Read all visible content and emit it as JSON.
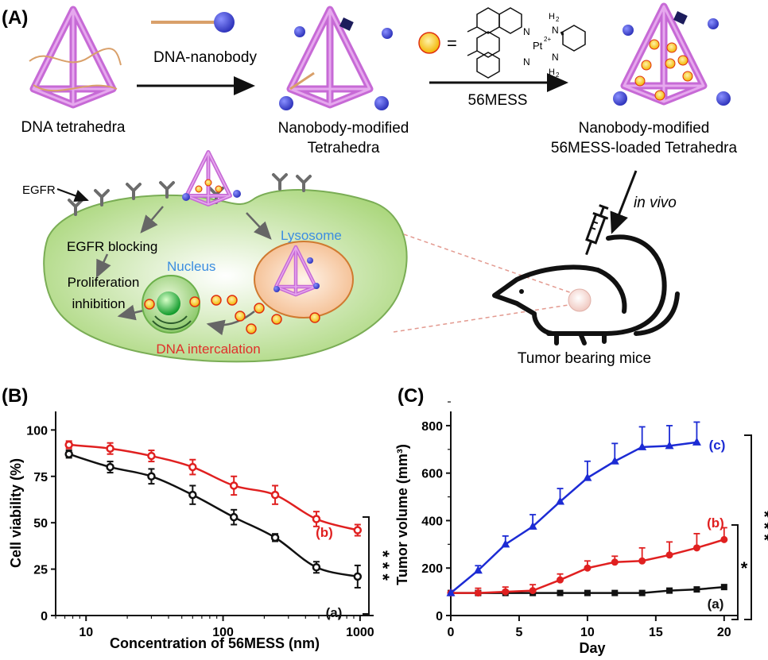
{
  "panel_a": {
    "label": "(A)",
    "tetra_label": "DNA tetrahedra",
    "nanobody_label": "DNA-nanobody",
    "nb_tetra_label_1": "Nanobody-modified",
    "nb_tetra_label_2": "Tetrahedra",
    "equals": "=",
    "drug_label": "56MESS",
    "struct_pt": "Pt",
    "struct_n": "N",
    "struct_nh": "N",
    "struct_h2": "H",
    "struct_h2b": "H",
    "struct_2": "2",
    "struct_2b": "2",
    "struct_plus": "2+",
    "loaded_label_1": "Nanobody-modified",
    "loaded_label_2": "56MESS-loaded Tetrahedra",
    "egfr_label": "EGFR",
    "egfr_blocking": "EGFR blocking",
    "prolif_1": "Proliferation",
    "prolif_2": "inhibition",
    "nucleus": "Nucleus",
    "lysosome": "Lysosome",
    "dna_intercalation": "DNA intercalation",
    "in_vivo": "in vivo",
    "tumor_mice": "Tumor bearing mice",
    "colors": {
      "tetra": "#c76ad6",
      "cell": "#b9df8a",
      "nucleus": "#1faa3a",
      "lysosome": "#f5c69b",
      "drug": "#f4c20d",
      "nanobody": "#3a3fd6",
      "blue_text": "#3b8de0",
      "red_text": "#e0302a"
    }
  },
  "panel_b": {
    "label": "(B)",
    "chart_data": {
      "type": "scatter",
      "xscale": "log",
      "xlabel": "Concentration of 56MESS (nm)",
      "ylabel": "Cell viability (%)",
      "xlim": [
        6,
        1100
      ],
      "ylim": [
        0,
        110
      ],
      "xticks": [
        10,
        100,
        1000
      ],
      "yticks": [
        0,
        25,
        50,
        75,
        100
      ],
      "series": [
        {
          "name": "(a)",
          "color": "#111111",
          "x": [
            7.5,
            15,
            30,
            60,
            120,
            240,
            480,
            960
          ],
          "y": [
            87,
            80,
            75,
            65,
            53,
            42,
            26,
            21
          ],
          "err": [
            2,
            3,
            4,
            5,
            4,
            2,
            3,
            6
          ]
        },
        {
          "name": "(b)",
          "color": "#e02020",
          "x": [
            7.5,
            15,
            30,
            60,
            120,
            240,
            480,
            960
          ],
          "y": [
            92,
            90,
            86,
            80,
            70,
            65,
            52,
            46
          ],
          "err": [
            2,
            3,
            3,
            4,
            5,
            5,
            4,
            3
          ]
        }
      ],
      "significance": "* * *"
    }
  },
  "panel_c": {
    "label": "(C)",
    "chart_data": {
      "type": "line",
      "xlabel": "Day",
      "ylabel": "Tumor volume (mm³)",
      "xlim": [
        0,
        21
      ],
      "ylim": [
        0,
        860
      ],
      "xticks": [
        0,
        5,
        10,
        15,
        20
      ],
      "yticks": [
        0,
        200,
        400,
        600,
        800
      ],
      "series": [
        {
          "name": "(a)",
          "color": "#111111",
          "marker": "square",
          "x": [
            0,
            2,
            4,
            6,
            8,
            10,
            12,
            14,
            16,
            18,
            20
          ],
          "y": [
            95,
            95,
            95,
            95,
            95,
            95,
            95,
            95,
            105,
            110,
            120
          ],
          "err": [
            0,
            0,
            0,
            0,
            0,
            0,
            0,
            0,
            0,
            0,
            0
          ]
        },
        {
          "name": "(b)",
          "color": "#e02020",
          "marker": "circle",
          "x": [
            0,
            2,
            4,
            6,
            8,
            10,
            12,
            14,
            16,
            18,
            20
          ],
          "y": [
            95,
            95,
            100,
            105,
            150,
            200,
            225,
            230,
            255,
            285,
            320
          ],
          "err": [
            0,
            20,
            20,
            25,
            25,
            30,
            25,
            55,
            55,
            60,
            50
          ]
        },
        {
          "name": "(c)",
          "color": "#1c2bd4",
          "marker": "triangle",
          "x": [
            0,
            2,
            4,
            6,
            8,
            10,
            12,
            14,
            16,
            18
          ],
          "y": [
            95,
            190,
            300,
            375,
            480,
            580,
            650,
            710,
            715,
            730
          ],
          "err": [
            0,
            20,
            35,
            50,
            55,
            70,
            75,
            85,
            85,
            85
          ]
        }
      ],
      "sig_single": "*",
      "sig_triple": "* * *"
    }
  }
}
